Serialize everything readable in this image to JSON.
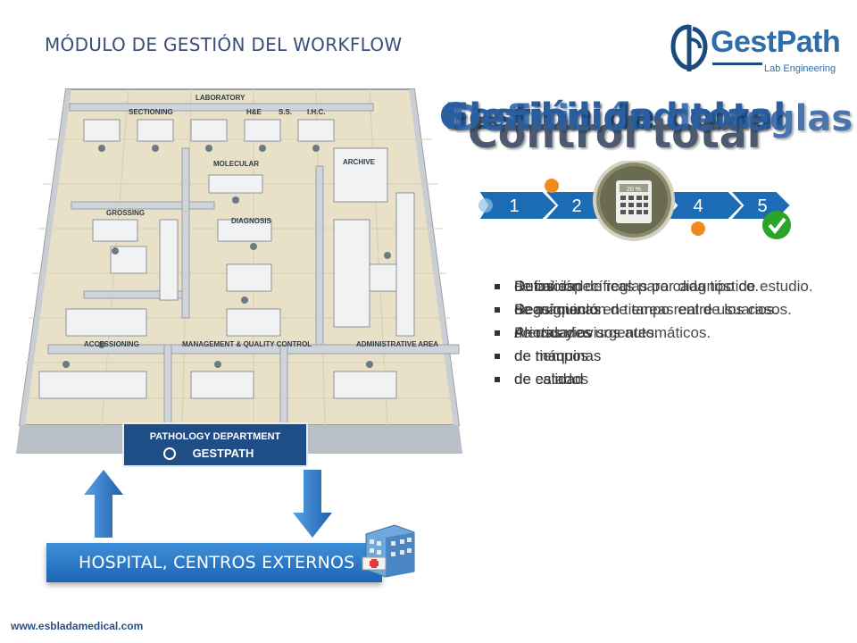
{
  "header": {
    "title": "MÓDULO DE GESTIÓN DEL WORKFLOW"
  },
  "logo": {
    "word": "GestPath",
    "sub": "Lab Engineering"
  },
  "floorplan": {
    "areas": [
      "LABORATORY",
      "SECTIONING",
      "H&E",
      "S.S.",
      "I.H.C.",
      "MOLECULAR",
      "ARCHIVE",
      "GROSSING",
      "DIAGNOSIS",
      "ACCESSIONING",
      "MANAGEMENT & QUALITY CONTROL",
      "ADMINISTRATIVE AREA"
    ],
    "sign": "PATHOLOGY DEPARTMENT",
    "sign_logo": "GESTPATH"
  },
  "hospital": {
    "label": "HOSPITAL, CENTROS EXTERNOS"
  },
  "headings": [
    "Gestión de colas",
    "Flexibilidad total",
    "Control total",
    "Definición de reglas"
  ],
  "steps": {
    "numbers": [
      "1",
      "2",
      "4",
      "5"
    ],
    "calculator_percent": "20 %"
  },
  "bullets": {
    "layer_a": [
      "Rutas específicas para cada tipo de estudio.",
      "Seguimiento en tiempo real de los casos.",
      "Alertas y avisos automáticos."
    ],
    "layer_b": [
      "de calidad",
      "de máquinas",
      "de usuarios",
      "de tiempos",
      "de estados"
    ],
    "layer_c": [
      "Definición de reglas por diagnóstico.",
      "Reasignación de tareas entre usuarios.",
      "Prioridades urgentes."
    ],
    "list": [
      "de máquinas",
      "de calidad"
    ]
  },
  "footer": {
    "url": "www.esbladamedical.com"
  },
  "colors": {
    "title": "#3c4d79",
    "accent": "#2f6ca8",
    "banner": "#1e64b4",
    "step": "#1c6bb5",
    "check": "#2aa52a"
  }
}
